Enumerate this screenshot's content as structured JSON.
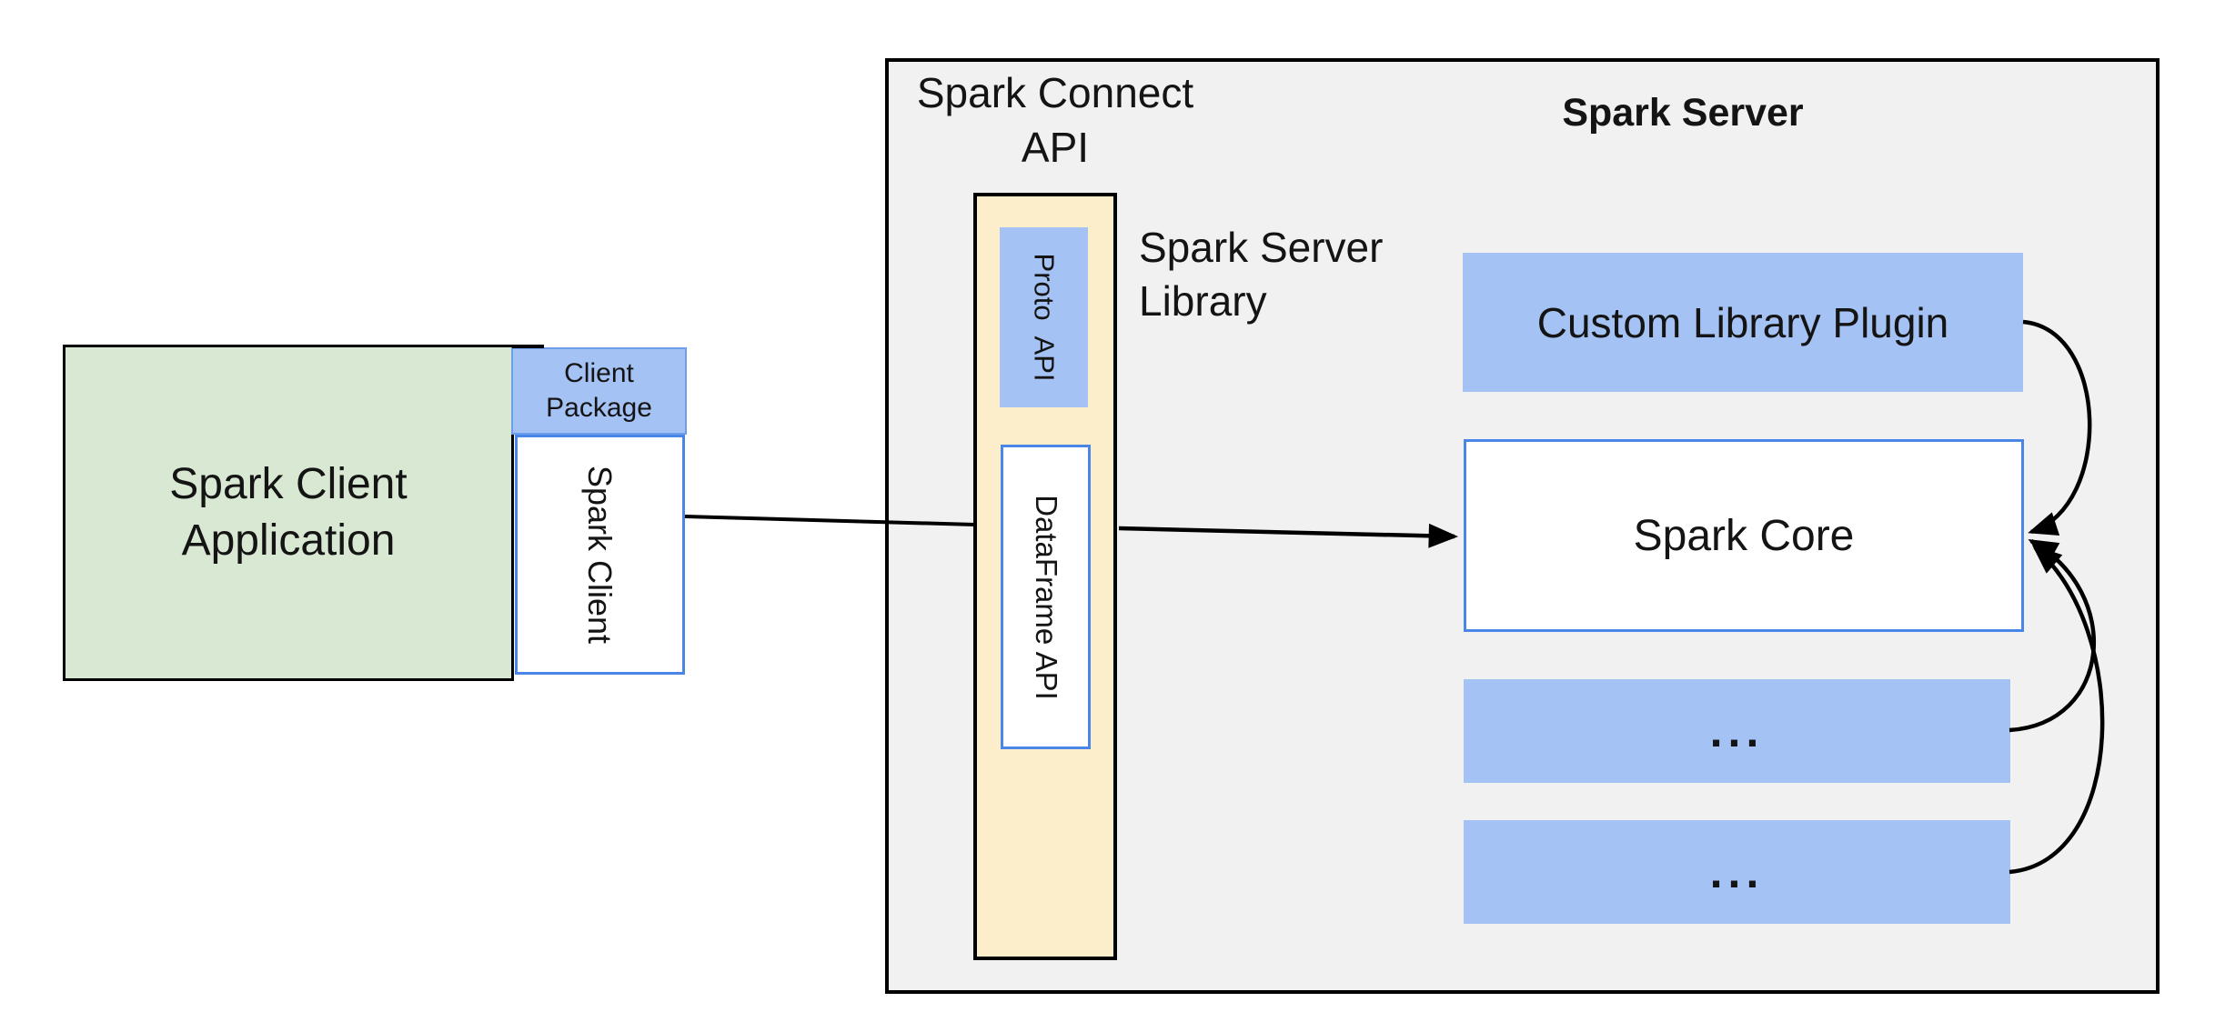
{
  "client": {
    "app_label": "Spark Client\nApplication",
    "package_label": "Client\nPackage",
    "spark_client_label": "Spark Client"
  },
  "connect": {
    "api_title": "Spark Connect\nAPI",
    "proto_api_label": "Proto API",
    "dataframe_api_label": "DataFrame API",
    "server_library_label": "Spark Server\nLibrary"
  },
  "server": {
    "title": "Spark Server",
    "custom_plugin_label": "Custom Library Plugin",
    "spark_core_label": "Spark Core",
    "more_plugins_1": "...",
    "more_plugins_2": "..."
  },
  "colors": {
    "container_fill": "#f1f1f1",
    "green_fill": "#d9e8d2",
    "blue_fill": "#a4c2f4",
    "blue_border": "#4a86e8",
    "package_border": "#6d9eeb",
    "yellow_fill": "#fdeecb",
    "line": "#000000",
    "text": "#141414"
  }
}
